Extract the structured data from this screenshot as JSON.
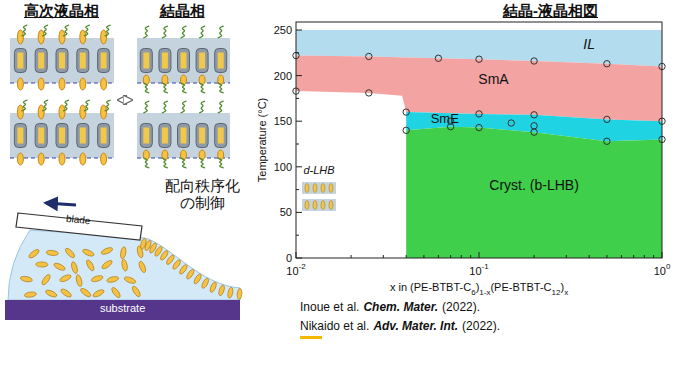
{
  "diagram": {
    "nodes": [
      {
        "text": [
          "高次液晶相"
        ]
      },
      {
        "text": [
          "結晶相"
        ]
      }
    ],
    "edges": [
      {
        "from": 0,
        "to": 1,
        "arrow": "both"
      }
    ],
    "labels": [
      "配向秩序化の制御",
      "blade",
      "substrate",
      "結晶-液晶相図",
      "250",
      "200",
      "150",
      "100",
      "50",
      "0",
      "Temperature (°C)",
      "10",
      "-2",
      "10",
      "-1",
      "10",
      "0",
      "x in (PE-BTBT-C",
      "6",
      ")",
      "1-x",
      "(PE-BTBT-C",
      "12",
      ")",
      "x",
      "IL",
      "SmA",
      "SmE",
      "Cryst. (b-LHB)",
      "d-LHB",
      "Inoue et al.",
      "Chem. Mater.",
      "(2022).",
      "Nikaido et al.",
      "Adv. Mater. Int.",
      "(2022)."
    ]
  }
}
